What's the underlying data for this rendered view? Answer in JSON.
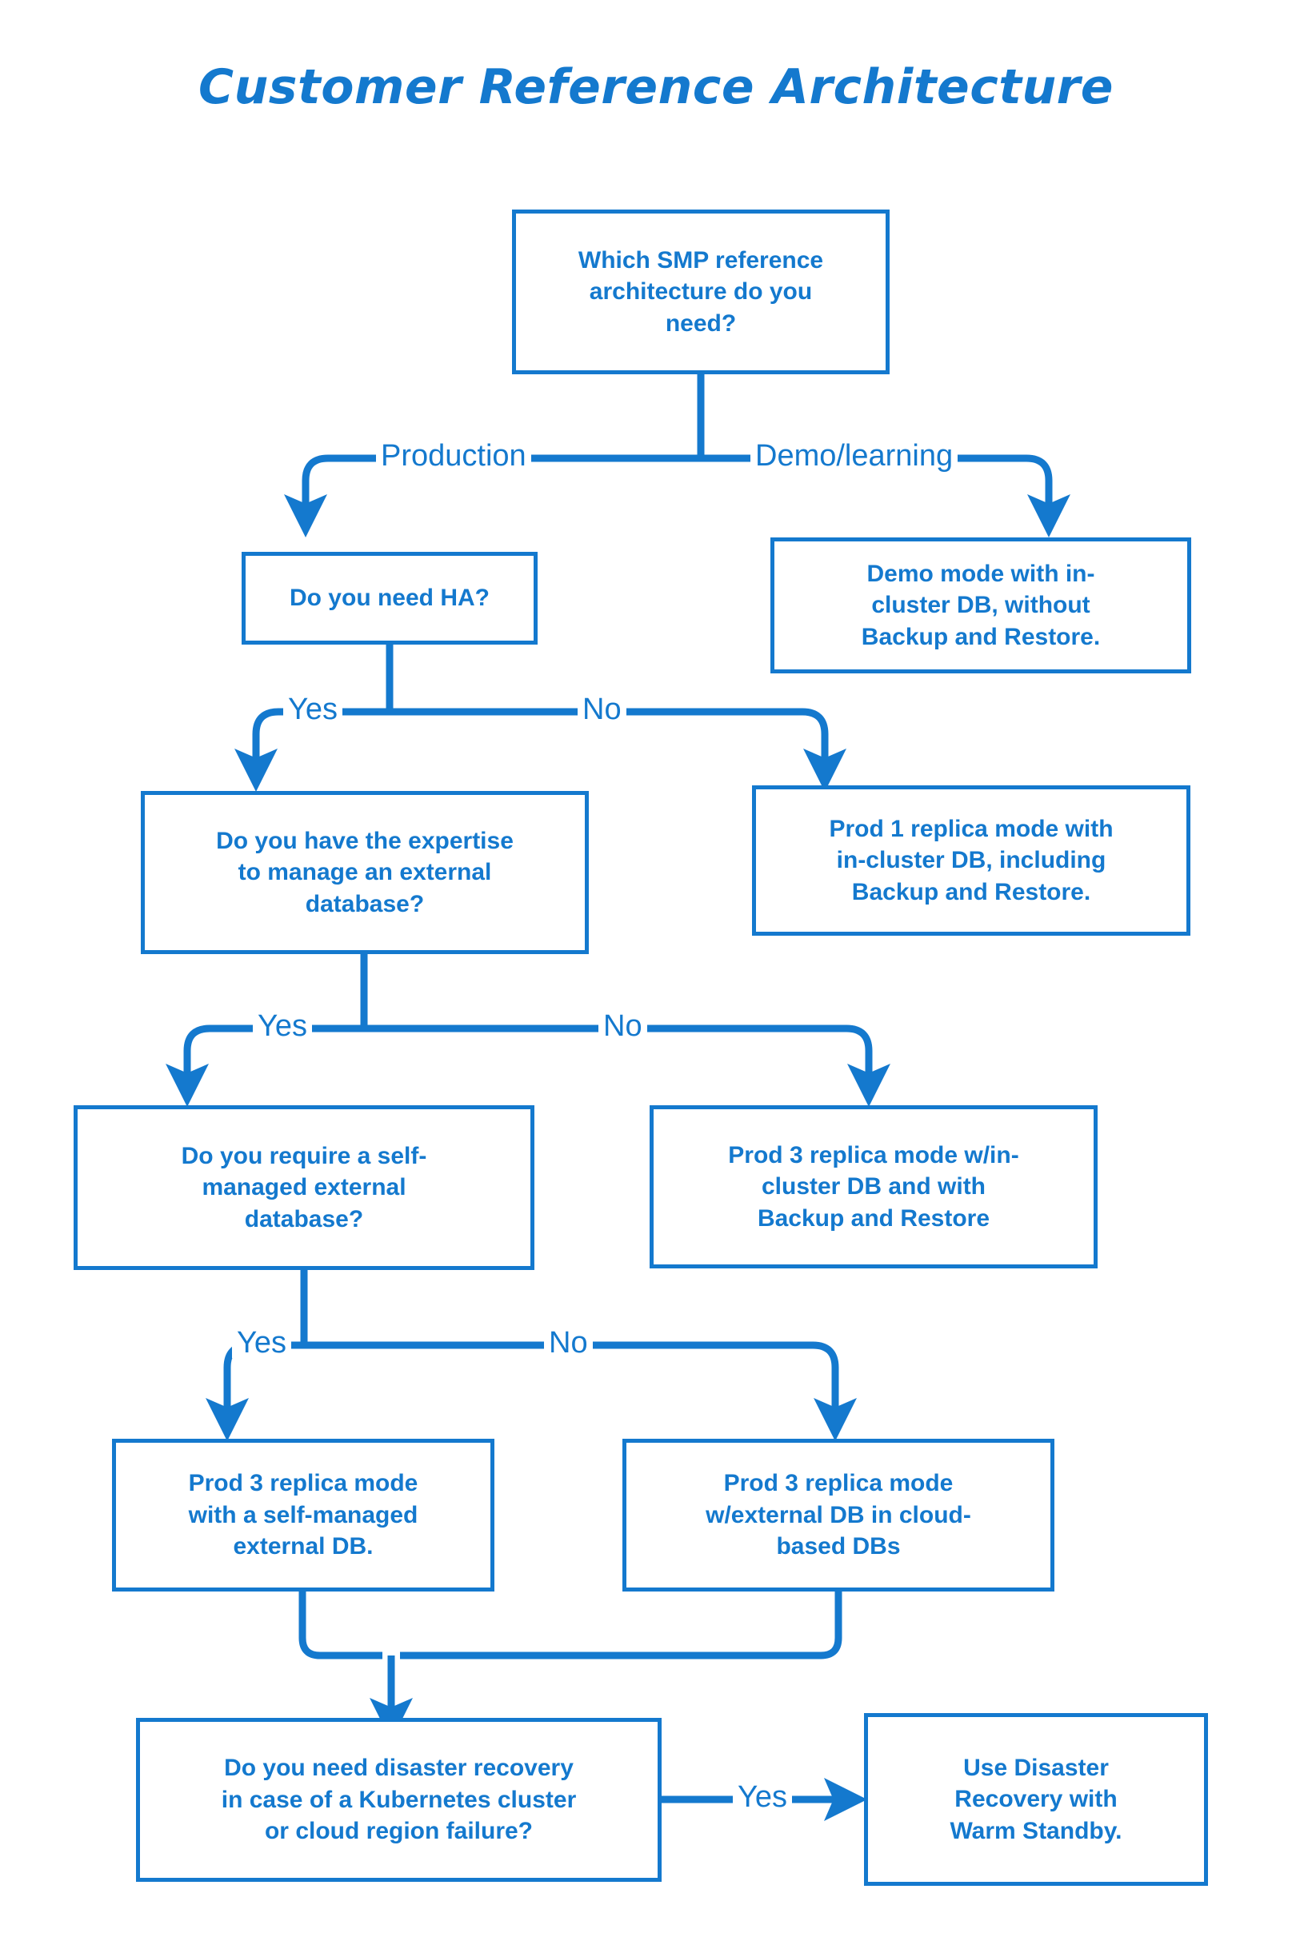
{
  "page": {
    "title": "Customer Reference Architecture",
    "background_color": "#ffffff",
    "accent_color": "#1479CE"
  },
  "nodes": {
    "start": "Which SMP reference\narchitecture do you\nneed?",
    "need_ha": "Do you need HA?",
    "demo_mode": "Demo mode with in-\ncluster DB, without\nBackup and Restore.",
    "expertise": "Do you have the expertise\nto manage an external\ndatabase?",
    "prod1": "Prod 1 replica mode with\nin-cluster DB, including\nBackup and Restore.",
    "self_managed": "Do you require a self-\nmanaged external\ndatabase?",
    "prod3_incluster": "Prod 3 replica mode w/in-\ncluster DB and with\nBackup and Restore",
    "prod3_selfmanaged": "Prod 3 replica mode\nwith a self-managed\nexternal DB.",
    "prod3_cloud": "Prod 3 replica mode\nw/external DB in cloud-\nbased DBs",
    "disaster_recovery": "Do you need disaster recovery\nin case of a Kubernetes cluster\nor cloud region failure?",
    "warm_standby": "Use Disaster\nRecovery with\nWarm Standby."
  },
  "edge_labels": {
    "production": "Production",
    "demo_learning": "Demo/learning",
    "ha_yes": "Yes",
    "ha_no": "No",
    "expertise_yes": "Yes",
    "expertise_no": "No",
    "selfmanaged_yes": "Yes",
    "selfmanaged_no": "No",
    "dr_yes": "Yes"
  },
  "flow": {
    "type": "flowchart",
    "edges": [
      {
        "from": "start",
        "to": "need_ha",
        "label": "Production"
      },
      {
        "from": "start",
        "to": "demo_mode",
        "label": "Demo/learning"
      },
      {
        "from": "need_ha",
        "to": "expertise",
        "label": "Yes"
      },
      {
        "from": "need_ha",
        "to": "prod1",
        "label": "No"
      },
      {
        "from": "expertise",
        "to": "self_managed",
        "label": "Yes"
      },
      {
        "from": "expertise",
        "to": "prod3_incluster",
        "label": "No"
      },
      {
        "from": "self_managed",
        "to": "prod3_selfmanaged",
        "label": "Yes"
      },
      {
        "from": "self_managed",
        "to": "prod3_cloud",
        "label": "No"
      },
      {
        "from": "prod3_selfmanaged",
        "to": "disaster_recovery",
        "label": ""
      },
      {
        "from": "prod3_cloud",
        "to": "disaster_recovery",
        "label": ""
      },
      {
        "from": "disaster_recovery",
        "to": "warm_standby",
        "label": "Yes"
      }
    ]
  }
}
